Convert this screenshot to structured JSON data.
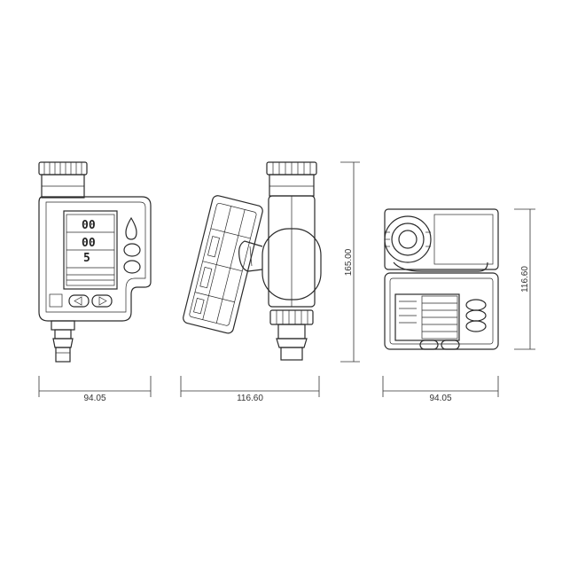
{
  "dimensions": {
    "front_width": "94.05",
    "side_width": "116.60",
    "bottom_width": "94.05",
    "height": "165.00",
    "bottom_depth": "116.60"
  },
  "lcd": {
    "line1": "00",
    "line2": "00",
    "line3": "5"
  },
  "colors": {
    "line": "#2a2a2a",
    "background": "#ffffff"
  }
}
